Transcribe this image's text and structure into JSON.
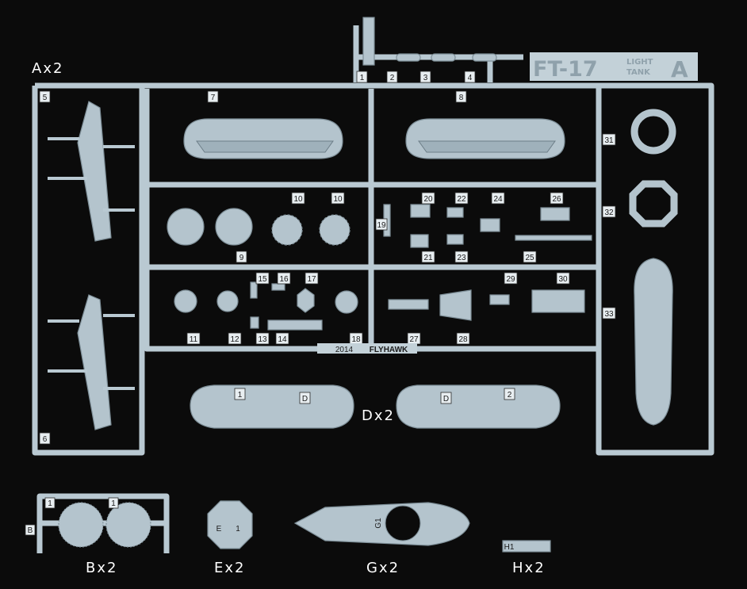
{
  "sheet_labels": {
    "a": "Ax2",
    "b": "Bx2",
    "d": "Dx2",
    "e": "Ex2",
    "g": "Gx2",
    "h": "Hx2"
  },
  "sprue_a": {
    "plate_title": "FT-17",
    "plate_sub_1": "LIGHT",
    "plate_sub_2": "TANK",
    "plate_letter": "A",
    "year": "2014",
    "brand": "FLYHAWK",
    "part_numbers": [
      "1",
      "2",
      "3",
      "4",
      "5",
      "6",
      "7",
      "8",
      "9",
      "10",
      "10",
      "11",
      "12",
      "13",
      "14",
      "15",
      "16",
      "17",
      "18",
      "19",
      "20",
      "21",
      "22",
      "23",
      "24",
      "25",
      "26",
      "27",
      "28",
      "29",
      "30",
      "31",
      "32",
      "33"
    ]
  },
  "sprue_b": {
    "part_numbers": [
      "1",
      "1"
    ],
    "letter": "B"
  },
  "sprue_d": {
    "part_numbers": [
      "1",
      "D",
      "D",
      "2"
    ]
  },
  "part_e": {
    "letter": "E",
    "number": "1"
  },
  "part_g": {
    "marking": "G1"
  },
  "part_h": {
    "marking": "H1"
  }
}
